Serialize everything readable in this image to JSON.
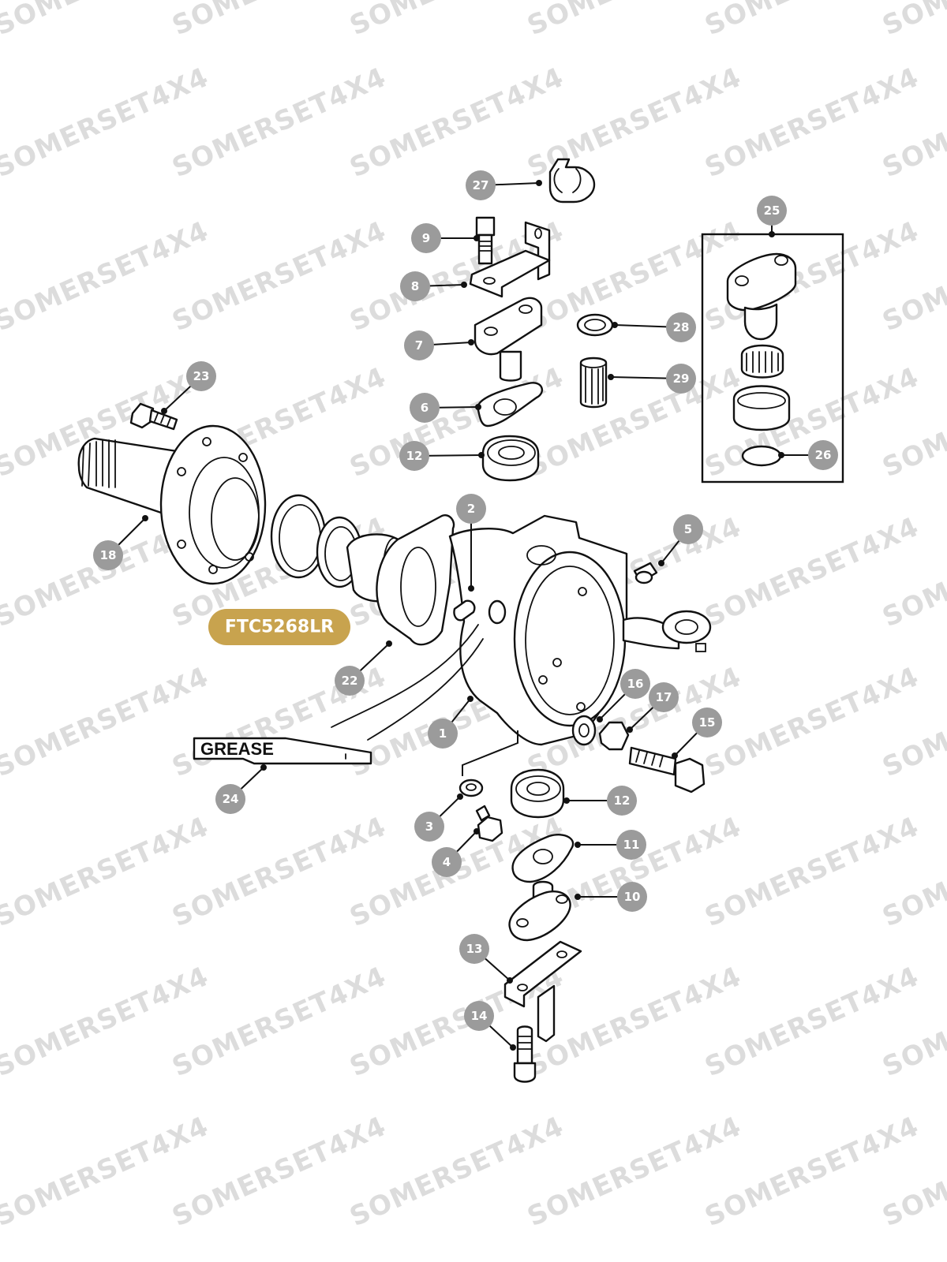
{
  "watermark": "SOMERSET4X4",
  "callouts": [
    {
      "n": "1"
    },
    {
      "n": "2"
    },
    {
      "n": "3"
    },
    {
      "n": "4"
    },
    {
      "n": "5"
    },
    {
      "n": "6"
    },
    {
      "n": "7"
    },
    {
      "n": "8"
    },
    {
      "n": "9"
    },
    {
      "n": "10"
    },
    {
      "n": "11"
    },
    {
      "n": "12"
    },
    {
      "n": "12"
    },
    {
      "n": "13"
    },
    {
      "n": "14"
    },
    {
      "n": "15"
    },
    {
      "n": "16"
    },
    {
      "n": "17"
    },
    {
      "n": "18"
    },
    {
      "n": "22"
    },
    {
      "n": "23"
    },
    {
      "n": "24"
    },
    {
      "n": "25"
    },
    {
      "n": "26"
    },
    {
      "n": "27"
    },
    {
      "n": "28"
    },
    {
      "n": "29"
    }
  ],
  "part_tag": "FTC5268LR",
  "grease_label": "GREASE",
  "colors": {
    "badge": "#9b9b9b",
    "tag": "#c8a34e",
    "watermark": "#dcdcdc"
  }
}
